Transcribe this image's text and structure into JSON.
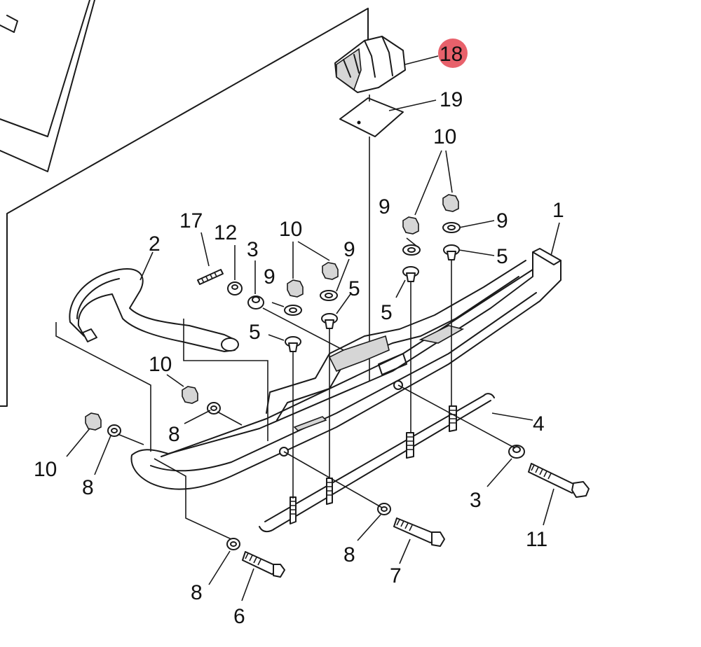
{
  "labels": [
    {
      "id": "l18",
      "text": "18"
    },
    {
      "id": "l19",
      "text": "19"
    },
    {
      "id": "l10a",
      "text": "10"
    },
    {
      "id": "l9a",
      "text": "9"
    },
    {
      "id": "l9b",
      "text": "9"
    },
    {
      "id": "l1",
      "text": "1"
    },
    {
      "id": "l5a",
      "text": "5"
    },
    {
      "id": "l17",
      "text": "17"
    },
    {
      "id": "l12",
      "text": "12"
    },
    {
      "id": "l10b",
      "text": "10"
    },
    {
      "id": "l9c",
      "text": "9"
    },
    {
      "id": "l2",
      "text": "2"
    },
    {
      "id": "l3a",
      "text": "3"
    },
    {
      "id": "l9d",
      "text": "9"
    },
    {
      "id": "l5b",
      "text": "5"
    },
    {
      "id": "l5c",
      "text": "5"
    },
    {
      "id": "l5d",
      "text": "5"
    },
    {
      "id": "l10c",
      "text": "10"
    },
    {
      "id": "l8a",
      "text": "8"
    },
    {
      "id": "l4",
      "text": "4"
    },
    {
      "id": "l10d",
      "text": "10"
    },
    {
      "id": "l8b",
      "text": "8"
    },
    {
      "id": "l3b",
      "text": "3"
    },
    {
      "id": "l11",
      "text": "11"
    },
    {
      "id": "l8c",
      "text": "8"
    },
    {
      "id": "l7",
      "text": "7"
    },
    {
      "id": "l8d",
      "text": "8"
    },
    {
      "id": "l6",
      "text": "6"
    }
  ],
  "highlight": {
    "label": "18",
    "color": "#e8616b"
  }
}
